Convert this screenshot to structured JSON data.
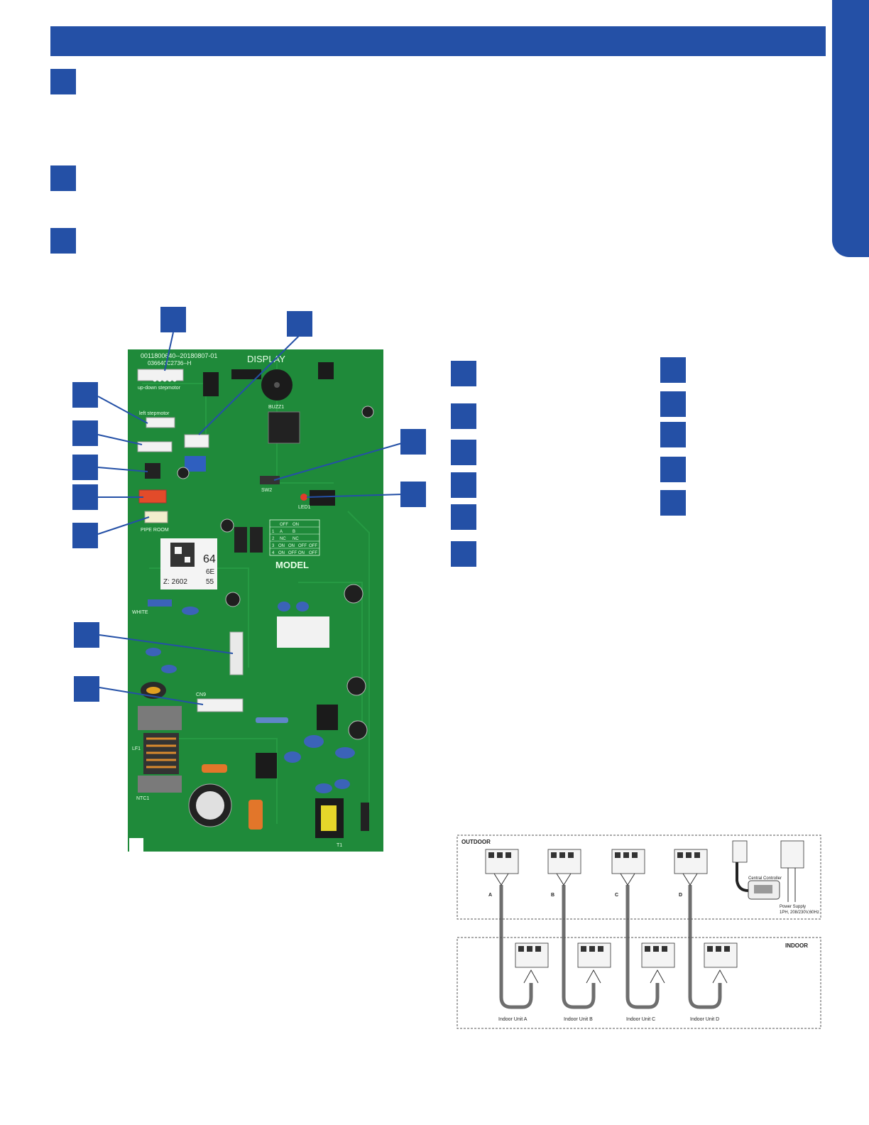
{
  "colors": {
    "accent": "#2450a6",
    "pcb_green": "#1f8a3a",
    "pcb_dark": "#176b2c"
  },
  "board": {
    "top_code": "0011800640--20180807-01",
    "board_id": "036640C2736--H",
    "display_label": "DISPLAY",
    "model_label": "MODEL",
    "silks": {
      "updown": "up-down stepmotor",
      "left": "left stepmotor",
      "buzzer": "BUZZ1",
      "sw": "SW2",
      "led": "LED1",
      "pipe": "PIPE ROOM",
      "white": "WHITE",
      "cn9": "CN9",
      "t1": "T1",
      "lf1": "LF1",
      "ntc": "NTC1",
      "qr_text": "64",
      "qr_sub": "6E",
      "z_code": "Z: 2602",
      "z_num": "55"
    },
    "dip_table": {
      "header": [
        "",
        "OFF",
        "ON"
      ],
      "rows": [
        [
          "1",
          "A",
          "B"
        ],
        [
          "2",
          "NC",
          "NC"
        ],
        [
          "3",
          "ON",
          "ON",
          "OFF",
          "OFF"
        ],
        [
          "4",
          "ON",
          "OFF",
          "ON",
          "OFF"
        ]
      ]
    }
  },
  "wiring": {
    "outdoor_label": "OUTDOOR",
    "indoor_label": "INDOOR",
    "ports": [
      "A",
      "B",
      "C",
      "D"
    ],
    "central_controller": "Central Controller",
    "power_supply": "Power Supply",
    "power_spec": "1PH, 208/230V,60Hz",
    "units": [
      "Indoor Unit A",
      "Indoor Unit B",
      "Indoor Unit C",
      "Indoor Unit D"
    ]
  }
}
